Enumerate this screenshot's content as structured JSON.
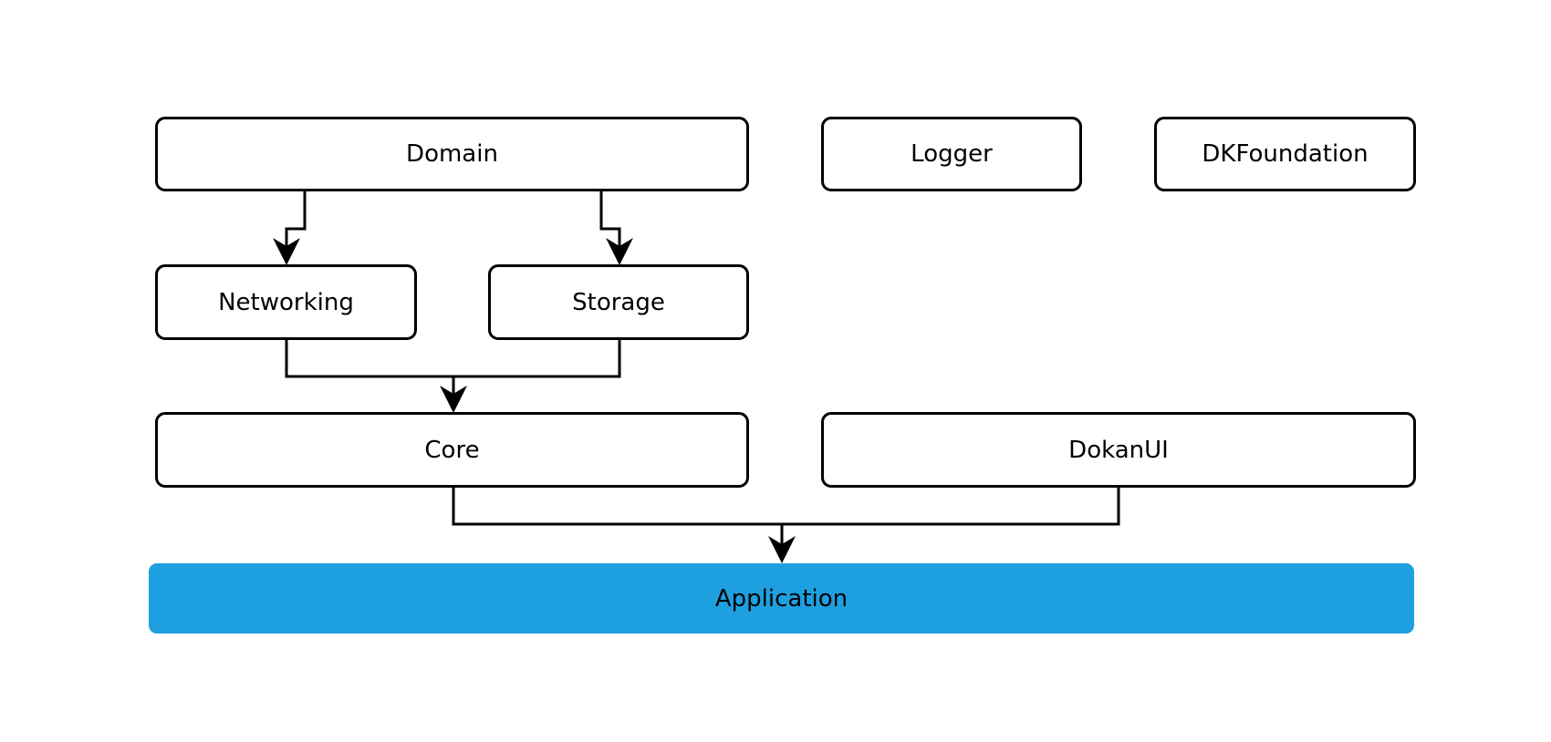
{
  "diagram": {
    "nodes": {
      "domain": "Domain",
      "logger": "Logger",
      "dkfoundation": "DKFoundation",
      "networking": "Networking",
      "storage": "Storage",
      "core": "Core",
      "dokanui": "DokanUI",
      "application": "Application"
    },
    "edges": [
      {
        "from": "Domain",
        "to": "Networking"
      },
      {
        "from": "Domain",
        "to": "Storage"
      },
      {
        "from": "Networking",
        "to": "Core"
      },
      {
        "from": "Storage",
        "to": "Core"
      },
      {
        "from": "Core",
        "to": "Application"
      },
      {
        "from": "DokanUI",
        "to": "Application"
      }
    ],
    "colors": {
      "stroke": "#000000",
      "application_fill": "#1ea0e0",
      "box_fill": "#ffffff"
    }
  }
}
